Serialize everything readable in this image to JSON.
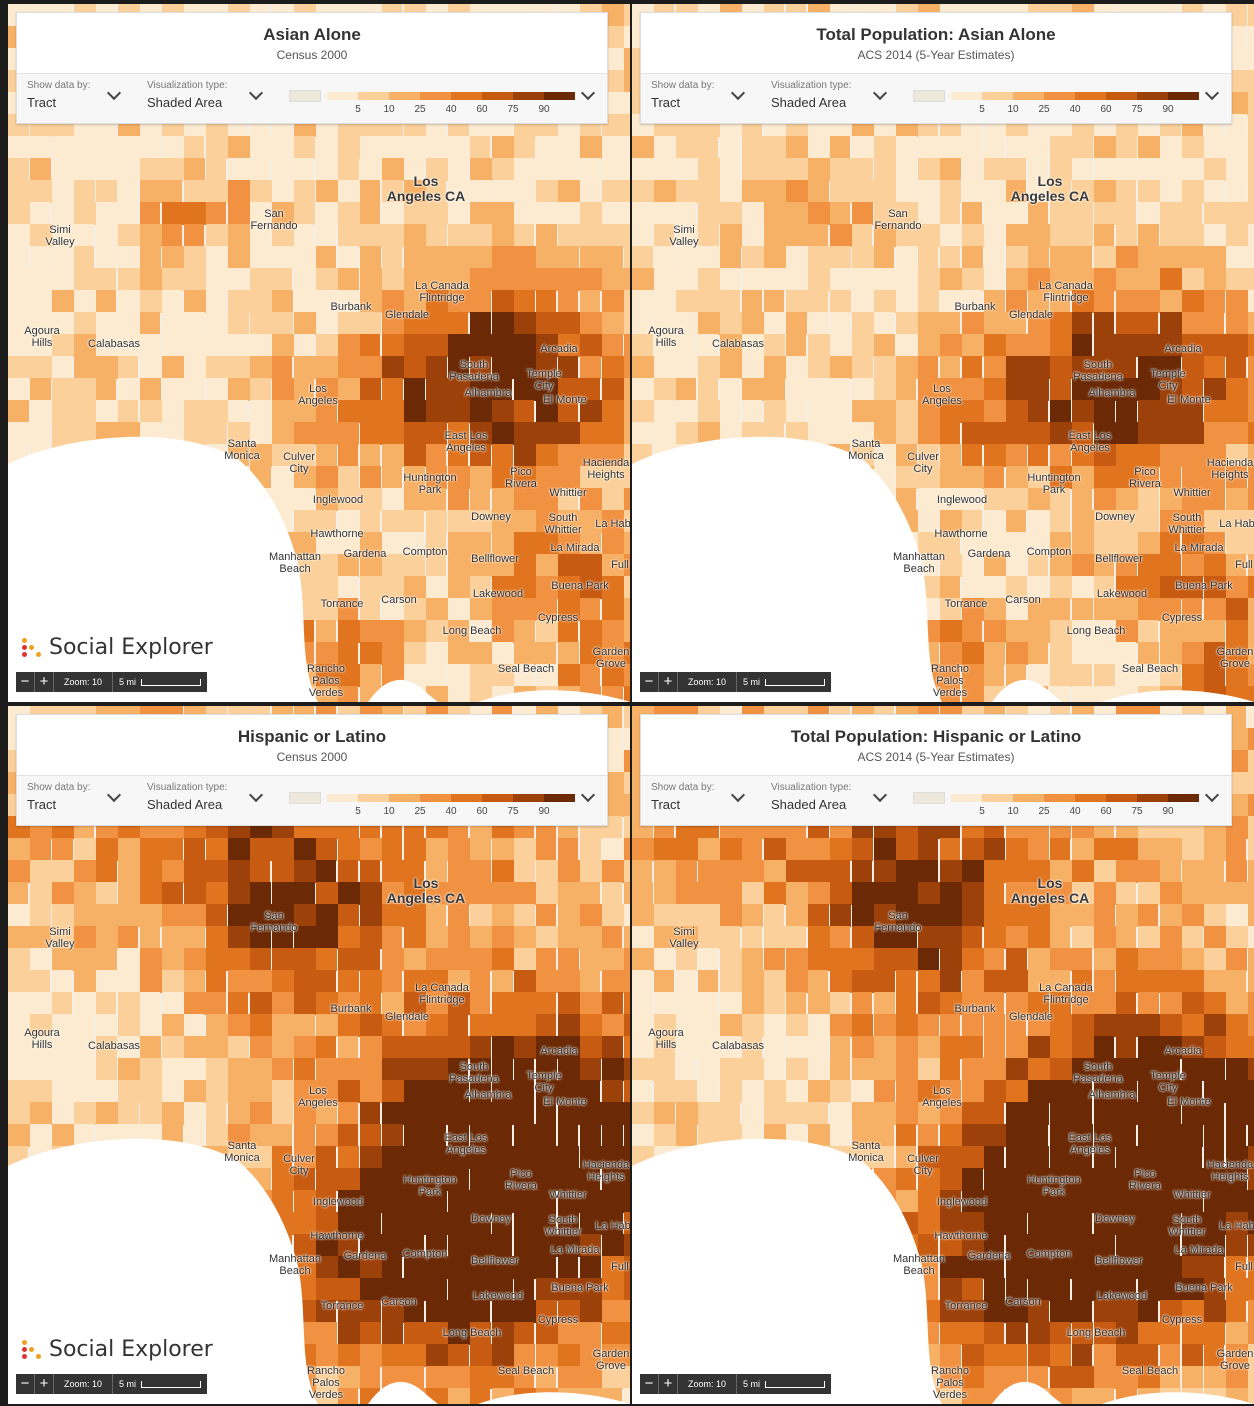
{
  "controls": {
    "show_data_label": "Show data by:",
    "show_data_value": "Tract",
    "viz_label": "Visualization type:",
    "viz_value": "Shaded Area"
  },
  "legend": {
    "ticks": [
      "5",
      "10",
      "25",
      "40",
      "60",
      "75",
      "90"
    ],
    "colors": [
      "#fdebd1",
      "#fbd09a",
      "#f7b166",
      "#f19242",
      "#e0741f",
      "#c75b12",
      "#9c410a",
      "#6b2a05"
    ],
    "no_data_color": "#eee8da"
  },
  "branding": {
    "logo": "Social Explorer"
  },
  "zoom": {
    "minus": "−",
    "plus": "+",
    "level": "Zoom: 10",
    "scale": "5 mi"
  },
  "icons": [
    "chevron-down-icon",
    "zoom-out-icon",
    "zoom-in-icon",
    "social-explorer-logo-icon"
  ],
  "panels": [
    {
      "title": "Asian Alone",
      "subtitle": "Census 2000",
      "variant": "asian",
      "logo_visible": true
    },
    {
      "title": "Total Population: Asian Alone",
      "subtitle": "ACS 2014 (5-Year Estimates)",
      "variant": "asian",
      "logo_visible": false
    },
    {
      "title": "Hispanic or Latino",
      "subtitle": "Census 2000",
      "variant": "hispanic",
      "logo_visible": true
    },
    {
      "title": "Total Population: Hispanic or Latino",
      "subtitle": "ACS 2014 (5-Year Estimates)",
      "variant": "hispanic",
      "logo_visible": false
    }
  ],
  "places": {
    "los_angeles_ca": "Los\nAngeles CA",
    "san_fernando": "San\nFernando",
    "simi_valley": "Simi\nValley",
    "la_canada": "La Canada\nFlintridge",
    "burbank": "Burbank",
    "glendale": "Glendale",
    "agoura_hills": "Agoura\nHills",
    "calabasas": "Calabasas",
    "south_pasadena": "South\nPasadena",
    "arcadia": "Arcadia",
    "temple_city": "Temple\nCity",
    "los_angeles": "Los\nAngeles",
    "alhambra": "Alhambra",
    "el_monte": "El Monte",
    "east_los_angeles": "East Los\nAngeles",
    "santa_monica": "Santa\nMonica",
    "culver_city": "Culver\nCity",
    "huntington_park": "Huntington\nPark",
    "pico_rivera": "Pico\nRivera",
    "hacienda_heights": "Hacienda\nHeights",
    "whittier": "Whittier",
    "inglewood": "Inglewood",
    "downey": "Downey",
    "south_whittier": "South\nWhittier",
    "la_hab": "La Hab",
    "hawthorne": "Hawthorne",
    "manhattan_beach": "Manhattan\nBeach",
    "gardena": "Gardena",
    "compton": "Compton",
    "bellflower": "Bellflower",
    "la_mirada": "La Mirada",
    "full": "Full",
    "buena_park": "Buena Park",
    "torrance": "Torrance",
    "carson": "Carson",
    "lakewood": "Lakewood",
    "cypress": "Cypress",
    "long_beach": "Long Beach",
    "garden_grove": "Garden\nGrove",
    "rancho_palos_verdes": "Rancho\nPalos\nVerdes",
    "seal_beach": "Seal Beach"
  }
}
